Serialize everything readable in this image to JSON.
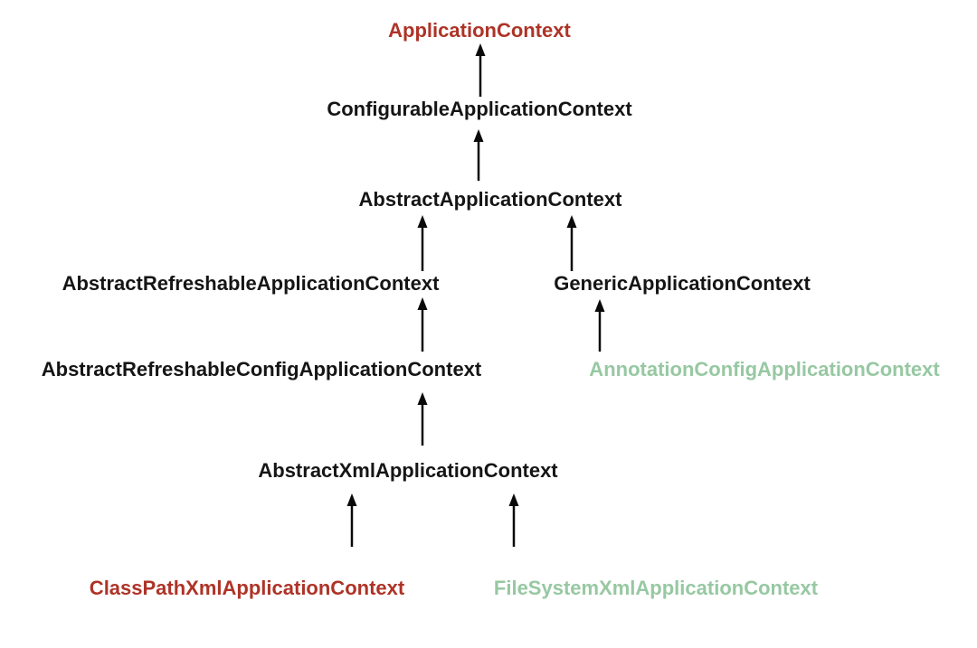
{
  "diagram": {
    "type": "class-hierarchy",
    "background": "#ffffff",
    "colors": {
      "highlight_red": "#AE3327",
      "highlight_green": "#97C8A2",
      "default_black": "#151515",
      "arrow_black": "#0a0a0a"
    },
    "nodes": [
      {
        "id": "application-context",
        "label": "ApplicationContext",
        "color": "#AE3327"
      },
      {
        "id": "configurable-application-context",
        "label": "ConfigurableApplicationContext",
        "color": "#151515"
      },
      {
        "id": "abstract-application-context",
        "label": "AbstractApplicationContext",
        "color": "#151515"
      },
      {
        "id": "abstract-refreshable-application-context",
        "label": "AbstractRefreshableApplicationContext",
        "color": "#151515"
      },
      {
        "id": "generic-application-context",
        "label": "GenericApplicationContext",
        "color": "#151515"
      },
      {
        "id": "abstract-refreshable-config-application-context",
        "label": "AbstractRefreshableConfigApplicationContext",
        "color": "#151515"
      },
      {
        "id": "annotation-config-application-context",
        "label": "AnnotationConfigApplicationContext",
        "color": "#97C8A2"
      },
      {
        "id": "abstract-xml-application-context",
        "label": "AbstractXmlApplicationContext",
        "color": "#151515"
      },
      {
        "id": "class-path-xml-application-context",
        "label": "ClassPathXmlApplicationContext",
        "color": "#AE3327"
      },
      {
        "id": "file-system-xml-application-context",
        "label": "FileSystemXmlApplicationContext",
        "color": "#97C8A2"
      }
    ],
    "edges": [
      {
        "from": "ConfigurableApplicationContext",
        "to": "ApplicationContext"
      },
      {
        "from": "AbstractApplicationContext",
        "to": "ConfigurableApplicationContext"
      },
      {
        "from": "AbstractRefreshableApplicationContext",
        "to": "AbstractApplicationContext"
      },
      {
        "from": "GenericApplicationContext",
        "to": "AbstractApplicationContext"
      },
      {
        "from": "AbstractRefreshableConfigApplicationContext",
        "to": "AbstractRefreshableApplicationContext"
      },
      {
        "from": "AnnotationConfigApplicationContext",
        "to": "GenericApplicationContext"
      },
      {
        "from": "AbstractXmlApplicationContext",
        "to": "AbstractRefreshableConfigApplicationContext"
      },
      {
        "from": "ClassPathXmlApplicationContext",
        "to": "AbstractXmlApplicationContext"
      },
      {
        "from": "FileSystemXmlApplicationContext",
        "to": "AbstractXmlApplicationContext"
      }
    ]
  }
}
